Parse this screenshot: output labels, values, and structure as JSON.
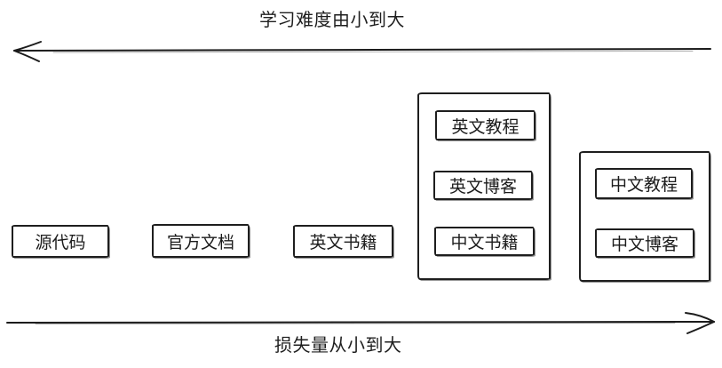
{
  "diagram": {
    "top_arrow": {
      "label": "学习难度由小到大",
      "direction": "left"
    },
    "bottom_arrow": {
      "label": "损失量从小到大",
      "direction": "right"
    },
    "boxes": [
      {
        "id": "source-code",
        "label": "源代码"
      },
      {
        "id": "official-docs",
        "label": "官方文档"
      },
      {
        "id": "english-books",
        "label": "英文书籍"
      }
    ],
    "groups": [
      {
        "id": "english-cluster",
        "items": [
          {
            "label": "英文教程"
          },
          {
            "label": "英文博客"
          },
          {
            "label": "中文书籍"
          }
        ]
      },
      {
        "id": "chinese-cluster",
        "items": [
          {
            "label": "中文教程"
          },
          {
            "label": "中文博客"
          }
        ]
      }
    ],
    "colors": {
      "ink": "#1b1b1b",
      "background": "#ffffff"
    }
  }
}
